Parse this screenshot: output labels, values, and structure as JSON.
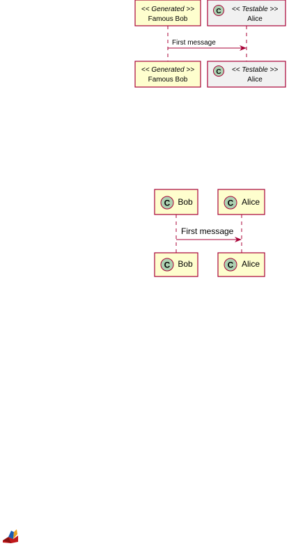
{
  "colors": {
    "participant_fill": "#FEFECE",
    "participant_border": "#A80036",
    "participant_border_gray": "#A0A0A0",
    "participant_fill_gray": "#F1F1F1",
    "lifeline": "#A80036",
    "arrow": "#A80036",
    "class_icon_fill": "#ADD1B2",
    "text": "#000000"
  },
  "diagram1": {
    "bob": {
      "stereotype": "<< Generated >>",
      "name": "Famous Bob"
    },
    "alice": {
      "icon": "class-c-icon",
      "icon_letter": "C",
      "stereotype": "<< Testable >>",
      "name": "Alice"
    },
    "message": "First message"
  },
  "diagram2": {
    "bob": {
      "icon": "class-c-icon",
      "icon_letter": "C",
      "name": "Bob"
    },
    "alice": {
      "icon": "class-c-icon",
      "icon_letter": "C",
      "name": "Alice"
    },
    "message": "First message"
  },
  "footer": {
    "icon": "plantuml-logo-icon"
  }
}
